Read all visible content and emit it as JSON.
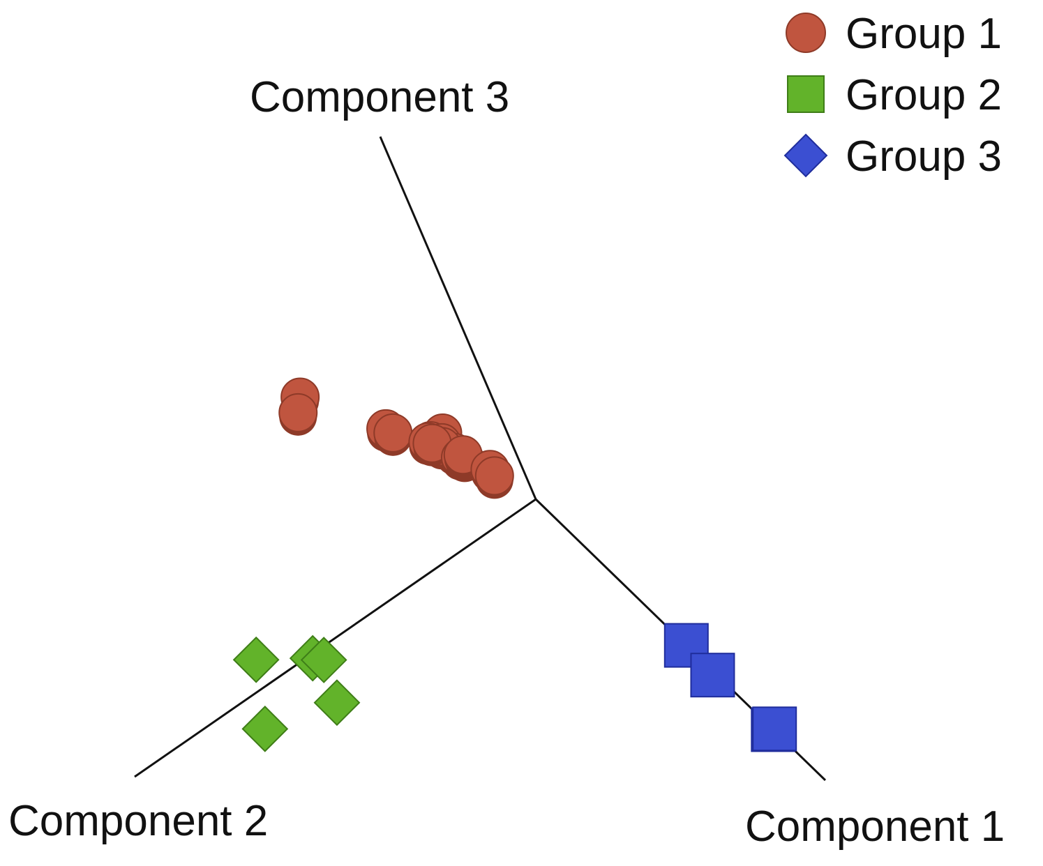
{
  "chart_data": {
    "type": "scatter",
    "projection": "3d",
    "title": "",
    "axes": {
      "x": {
        "label": "Component 1"
      },
      "y": {
        "label": "Component 2"
      },
      "z": {
        "label": "Component 3"
      }
    },
    "grid": false,
    "legend": {
      "placement": "top-right",
      "entries": [
        {
          "label": "Group 1",
          "marker": "circle"
        },
        {
          "label": "Group 2",
          "marker": "square"
        },
        {
          "label": "Group 3",
          "marker": "diamond"
        }
      ]
    },
    "series": [
      {
        "name": "Group 1",
        "marker": "circle",
        "color": "#c0553f",
        "points": [
          [
            0.25,
            0.45,
            0.82
          ],
          [
            0.26,
            0.47,
            0.8
          ],
          [
            0.4,
            0.36,
            0.78
          ],
          [
            0.51,
            0.29,
            0.8
          ],
          [
            0.37,
            0.34,
            0.73
          ],
          [
            0.45,
            0.3,
            0.74
          ],
          [
            0.48,
            0.29,
            0.75
          ],
          [
            0.47,
            0.27,
            0.7
          ],
          [
            0.4,
            0.29,
            0.69
          ],
          [
            0.41,
            0.27,
            0.67
          ],
          [
            0.36,
            0.27,
            0.64
          ],
          [
            0.43,
            0.25,
            0.64
          ],
          [
            0.42,
            0.24,
            0.62
          ],
          [
            0.36,
            0.22,
            0.57
          ],
          [
            0.39,
            0.19,
            0.53
          ],
          [
            0.4,
            0.19,
            0.52
          ]
        ]
      },
      {
        "name": "Group 3",
        "marker": "square",
        "color": "#3b4fd2",
        "points": [
          [
            0.52,
            0.0,
            0.0
          ],
          [
            0.6,
            0.0,
            -0.02
          ],
          [
            0.82,
            0.0,
            0.0
          ],
          [
            0.83,
            0.0,
            0.01
          ]
        ]
      },
      {
        "name": "Group 2",
        "marker": "diamond",
        "color": "#62b32a",
        "points": [
          [
            0.0,
            0.56,
            -0.01
          ],
          [
            0.0,
            0.54,
            -0.03
          ],
          [
            0.0,
            0.67,
            0.07
          ],
          [
            0.0,
            0.55,
            -0.14
          ],
          [
            0.0,
            0.71,
            -0.09
          ]
        ]
      }
    ]
  }
}
